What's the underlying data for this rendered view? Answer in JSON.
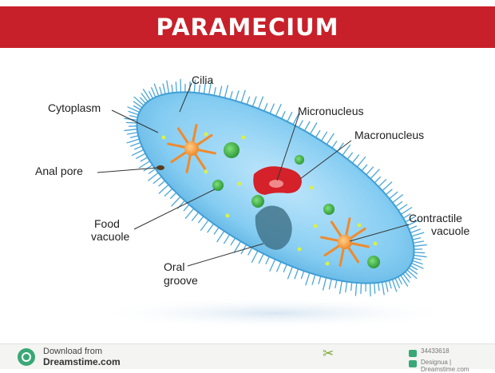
{
  "banner": {
    "title": "PARAMECIUM",
    "color": "#c8202a"
  },
  "labels": {
    "cilia": "Cilia",
    "cytoplasm": "Cytoplasm",
    "micronucleus": "Micronucleus",
    "macronucleus": "Macronucleus",
    "anal_pore": "Anal pore",
    "food_vacuole": [
      "Food",
      "vacuole"
    ],
    "contractile_vacuole": [
      "Contractile",
      "vacuole"
    ],
    "oral_groove": [
      "Oral",
      "groove"
    ]
  },
  "colors": {
    "cell_body": "#7cc6ee",
    "cilia": "#4aa6d8",
    "macronucleus": "#d4212a",
    "contractile_vacuole": "#f08a2a",
    "food_vacuole": "#2f9a3a",
    "oral_groove": "#3d6f86"
  },
  "footer": {
    "download_from": "Download from",
    "site": "Dreamstime.com",
    "image_id": "34433618",
    "credit": "Designua | Dreamstime.com"
  }
}
